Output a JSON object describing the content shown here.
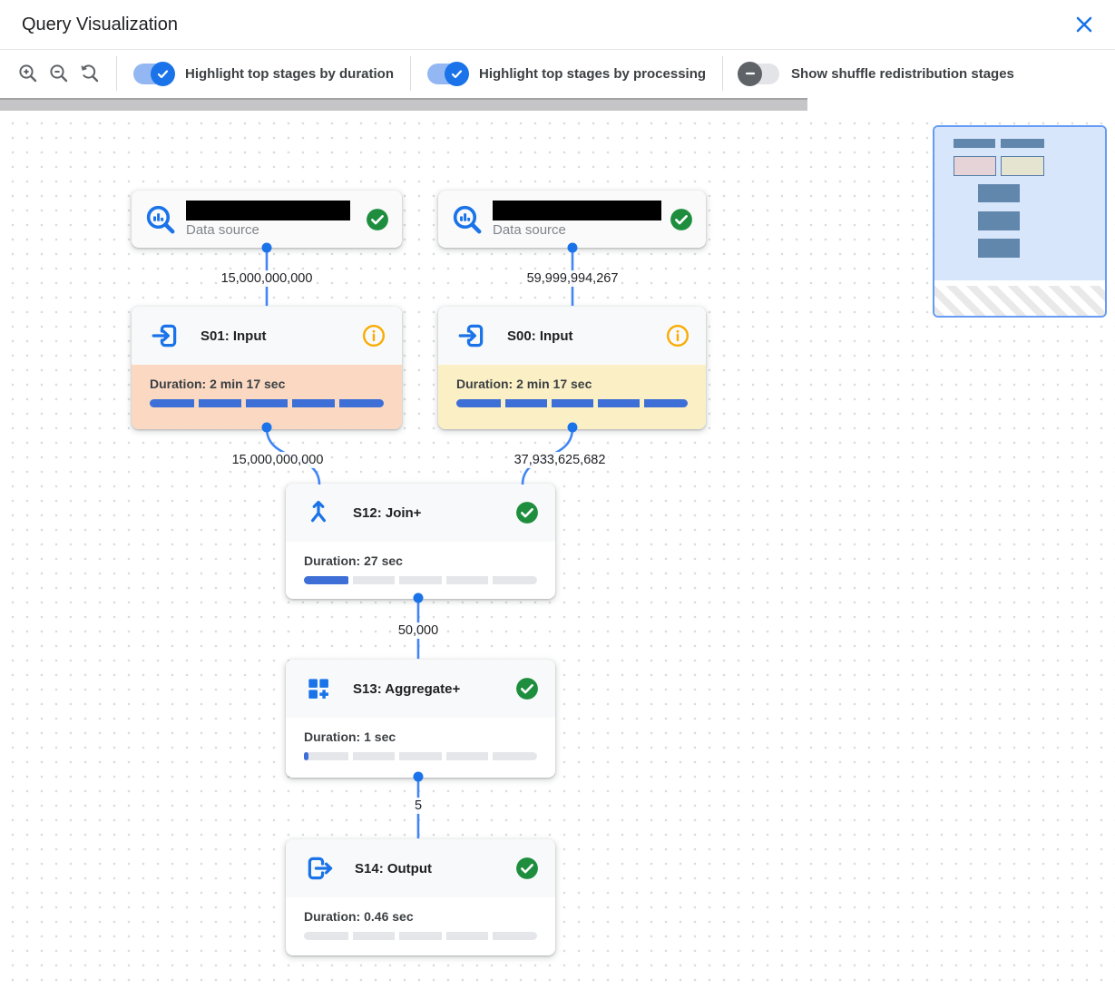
{
  "header": {
    "title": "Query Visualization",
    "close_icon": "close-x"
  },
  "toolbar": {
    "zoom_in_icon": "magnifier-plus",
    "zoom_out_icon": "magnifier-minus",
    "zoom_reset_icon": "magnifier-reset",
    "toggle_duration": {
      "label": "Highlight top stages by duration",
      "state": "on"
    },
    "toggle_processing": {
      "label": "Highlight top stages by processing",
      "state": "on"
    },
    "toggle_shuffle": {
      "label": "Show shuffle redistribution stages",
      "state": "off"
    }
  },
  "canvas": {
    "data_sources": [
      {
        "type_label": "Data source",
        "name_redacted": true,
        "status": "success"
      },
      {
        "type_label": "Data source",
        "name_redacted": true,
        "status": "success"
      }
    ],
    "edge_labels": {
      "ds1_to_s01": "15,000,000,000",
      "ds2_to_s00": "59,999,994,267",
      "s01_to_s12": "15,000,000,000",
      "s00_to_s12": "37,933,625,682",
      "s12_to_s13": "50,000",
      "s13_to_s14": "5"
    },
    "stages": {
      "s01": {
        "title": "S01: Input",
        "duration": "Duration: 2 min 17 sec",
        "progress_width": "100%",
        "highlight": "top-by-duration",
        "status": "info"
      },
      "s00": {
        "title": "S00: Input",
        "duration": "Duration: 2 min 17 sec",
        "progress_width": "100%",
        "highlight": "top-by-processing",
        "status": "info"
      },
      "s12": {
        "title": "S12: Join+",
        "duration": "Duration: 27 sec",
        "progress_width": "20%",
        "highlight": "none",
        "status": "success"
      },
      "s13": {
        "title": "S13: Aggregate+",
        "duration": "Duration: 1 sec",
        "progress_width": "2%",
        "highlight": "none",
        "status": "success"
      },
      "s14": {
        "title": "S14: Output",
        "duration": "Duration: 0.46 sec",
        "progress_width": "0%",
        "highlight": "none",
        "status": "success"
      }
    }
  },
  "colors": {
    "accent_blue": "#1a73e8",
    "edge_blue": "#4285f4",
    "bar_blue": "#3d6fd7",
    "success_green": "#1e8e3e",
    "warning_orange": "#f9ab00",
    "highlight_duration_bg": "#fad8c2",
    "highlight_processing_bg": "#fbf0c5"
  }
}
